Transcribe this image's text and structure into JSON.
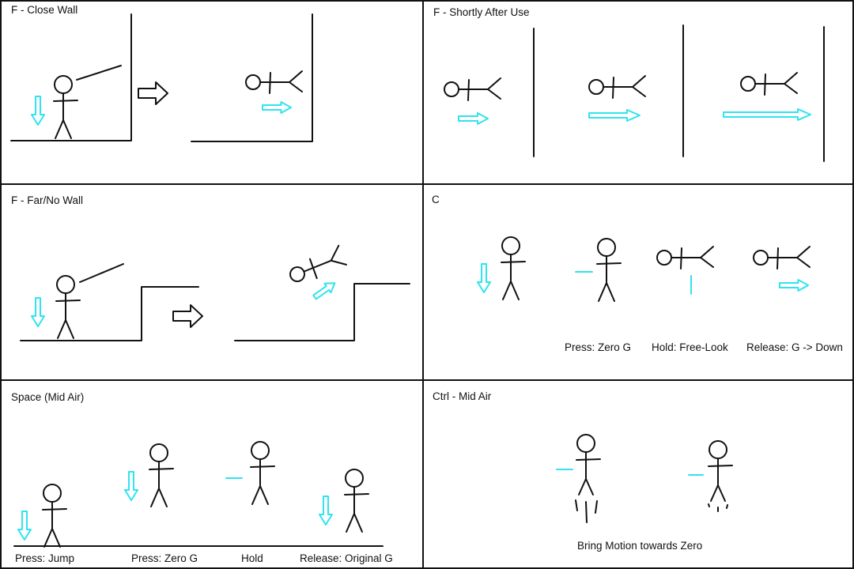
{
  "colors": {
    "ink": "#111111",
    "cyan": "#2fe3ef",
    "outline": "#000000",
    "background": "#ffffff"
  },
  "panels": [
    {
      "id": "f-close-wall",
      "title": "F - Close Wall",
      "captions": []
    },
    {
      "id": "f-shortly-after-use",
      "title": "F - Shortly After Use",
      "captions": []
    },
    {
      "id": "f-far-no-wall",
      "title": "F - Far/No Wall",
      "captions": []
    },
    {
      "id": "c",
      "title": "C",
      "captions": [
        "Press: Zero G",
        "Hold: Free-Look",
        "Release: G -> Down"
      ]
    },
    {
      "id": "space-mid-air",
      "title": "Space (Mid Air)",
      "captions": [
        "Press: Jump",
        "Press: Zero G",
        "Hold",
        "Release: Original G"
      ]
    },
    {
      "id": "ctrl-mid-air",
      "title": "Ctrl - Mid Air",
      "captions": [
        "Bring Motion towards Zero"
      ]
    }
  ],
  "icons": {
    "down_arrow": "cyan-down-arrow-icon",
    "right_arrow": "cyan-right-arrow-icon",
    "transition_arrow": "outline-right-arrow-icon"
  }
}
